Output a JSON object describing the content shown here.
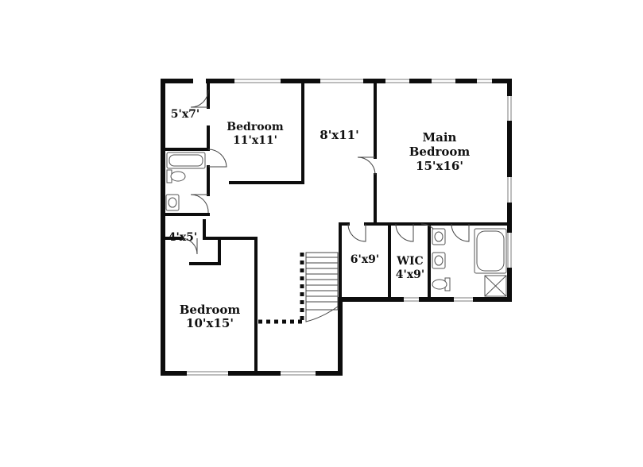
{
  "colors": {
    "wall": "#0d0d0d",
    "window": "#c8c8c8",
    "fixture": "#555555",
    "background": "#ffffff"
  },
  "rooms": {
    "closet_top": {
      "dims": "5'x7'"
    },
    "bedroom_top": {
      "name": "Bedroom",
      "dims": "11'x11'"
    },
    "hall": {
      "dims": "8'x11'"
    },
    "main_bedroom": {
      "name_line1": "Main",
      "name_line2": "Bedroom",
      "dims": "15'x16'"
    },
    "closet_left": {
      "dims": "4'x5'"
    },
    "bedroom_bottom": {
      "name": "Bedroom",
      "dims": "10'x15'"
    },
    "closet_mid": {
      "dims": "6'x9'"
    },
    "wic": {
      "name": "WIC",
      "dims": "4'x9'"
    }
  }
}
